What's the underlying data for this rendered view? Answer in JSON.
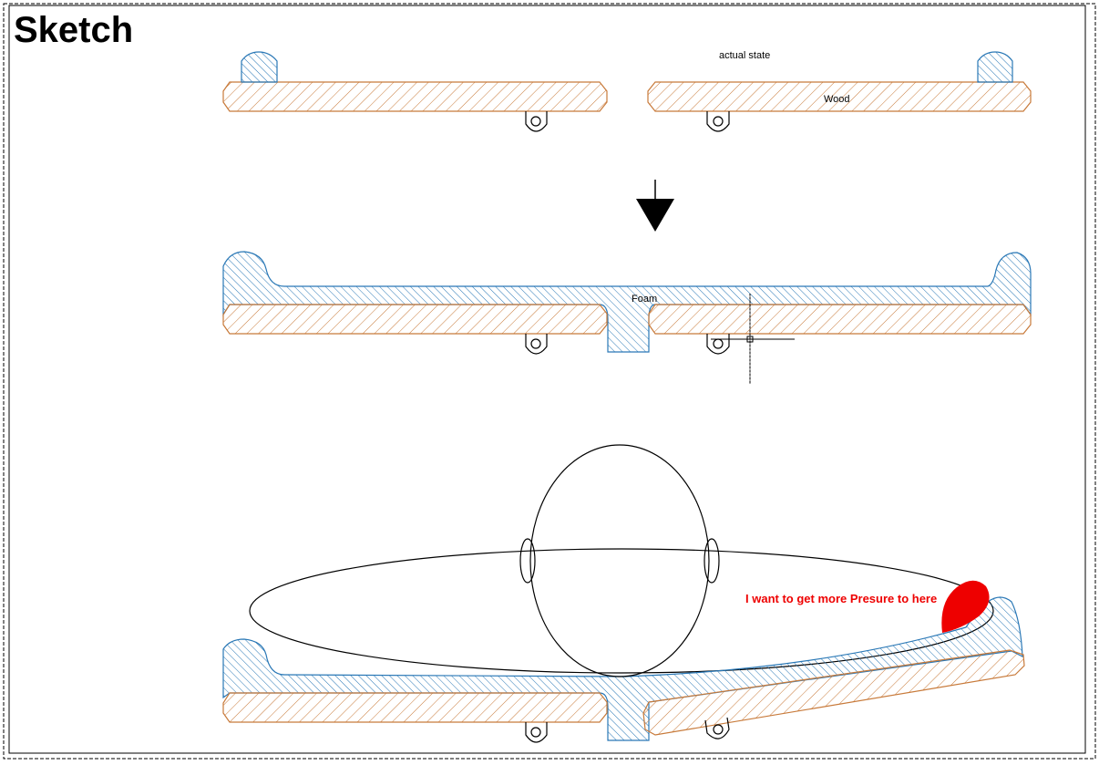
{
  "sheet": {
    "title": "Sketch"
  },
  "labels": {
    "actual_state": "actual state",
    "wood": "Wood",
    "foam": "Foam",
    "pressure_note": "I want to get more Presure to here"
  },
  "colors": {
    "wood_hatch": "#c87a3a",
    "foam_hatch": "#2a78b6",
    "highlight": "#ee0000",
    "border": "#000000"
  }
}
